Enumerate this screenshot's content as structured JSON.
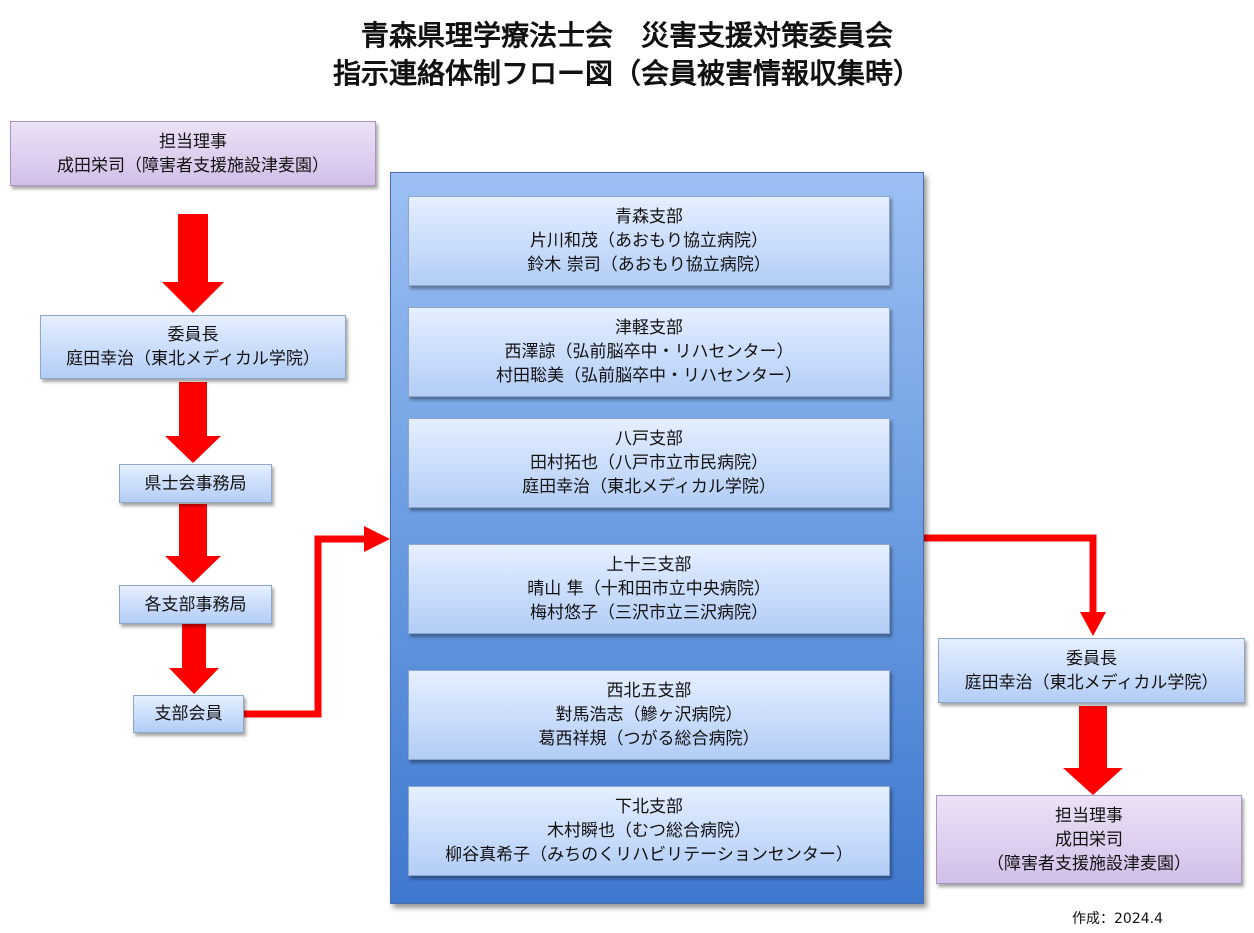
{
  "title": {
    "line1": "青森県理学療法士会　災害支援対策委員会",
    "line2": "指示連絡体制フロー図（会員被害情報収集時）"
  },
  "left_flow": {
    "director": {
      "line1": "担当理事",
      "line2": "成田栄司（障害者支援施設津麦園）"
    },
    "chair": {
      "line1": "委員長",
      "line2": "庭田幸治（東北メディカル学院）"
    },
    "prefecture_office": "県士会事務局",
    "branch_offices": "各支部事務局",
    "members": "支部会員"
  },
  "branches": [
    {
      "name": "青森支部",
      "m1": "片川和茂（あおもり協立病院）",
      "m2": "鈴木 崇司（あおもり協立病院）"
    },
    {
      "name": "津軽支部",
      "m1": "西澤諒（弘前脳卒中・リハセンター）",
      "m2": "村田聡美（弘前脳卒中・リハセンター）"
    },
    {
      "name": "八戸支部",
      "m1": "田村拓也（八戸市立市民病院）",
      "m2": "庭田幸治（東北メディカル学院）"
    },
    {
      "name": "上十三支部",
      "m1": "晴山 隼（十和田市立中央病院）",
      "m2": "梅村悠子（三沢市立三沢病院）"
    },
    {
      "name": "西北五支部",
      "m1": "對馬浩志（鰺ヶ沢病院）",
      "m2": "葛西祥規（つがる総合病院）"
    },
    {
      "name": "下北支部",
      "m1": "木村瞬也（むつ総合病院）",
      "m2": "柳谷真希子（みちのくリハビリテーションセンター）"
    }
  ],
  "right_flow": {
    "chair": {
      "line1": "委員長",
      "line2": "庭田幸治（東北メディカル学院）"
    },
    "director": {
      "line1": "担当理事",
      "line2": "成田栄司",
      "line3": "（障害者支援施設津麦園）"
    }
  },
  "footnote": "作成：2024.4",
  "colors": {
    "arrow": "#ff0000",
    "box_blue": "#c9dcfb",
    "box_purple": "#ddcdee",
    "panel_blue": "#6f9fe2"
  }
}
